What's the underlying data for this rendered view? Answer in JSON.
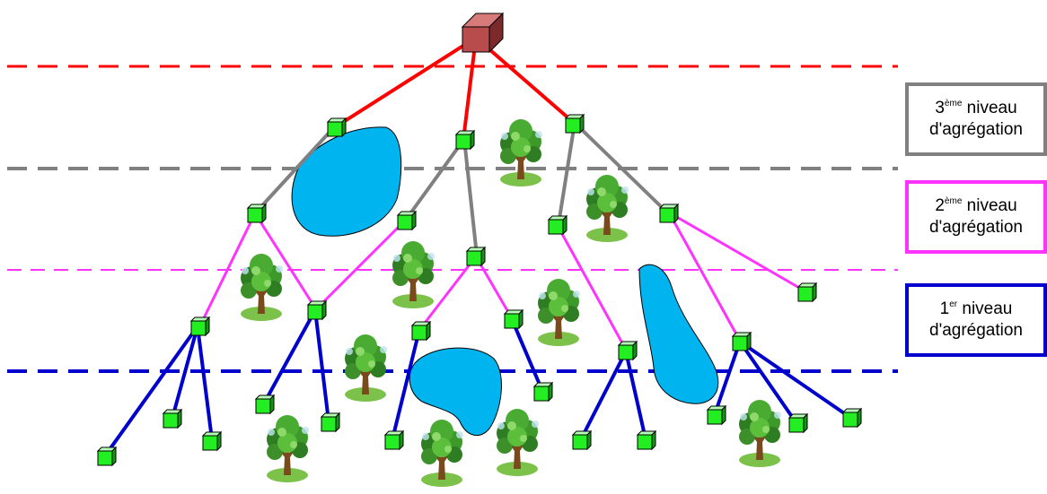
{
  "levels": [
    {
      "id": "level3",
      "num": "3",
      "sup": "ème",
      "word": "niveau",
      "line2": "d'agrégation",
      "color": "#808080"
    },
    {
      "id": "level2",
      "num": "2",
      "sup": "ème",
      "word": "niveau",
      "line2": "d'agrégation",
      "color": "#ff33ff"
    },
    {
      "id": "level1",
      "num": "1",
      "sup": "er",
      "word": "niveau",
      "line2": "d'agrégation",
      "color": "#0000cc"
    }
  ],
  "colors": {
    "top_level": "#ff0000",
    "level3": "#808080",
    "level2": "#ff33ff",
    "level1": "#0000cc",
    "node": "#22ee22",
    "root": "#b84c4c",
    "water": "#00b4f0"
  }
}
